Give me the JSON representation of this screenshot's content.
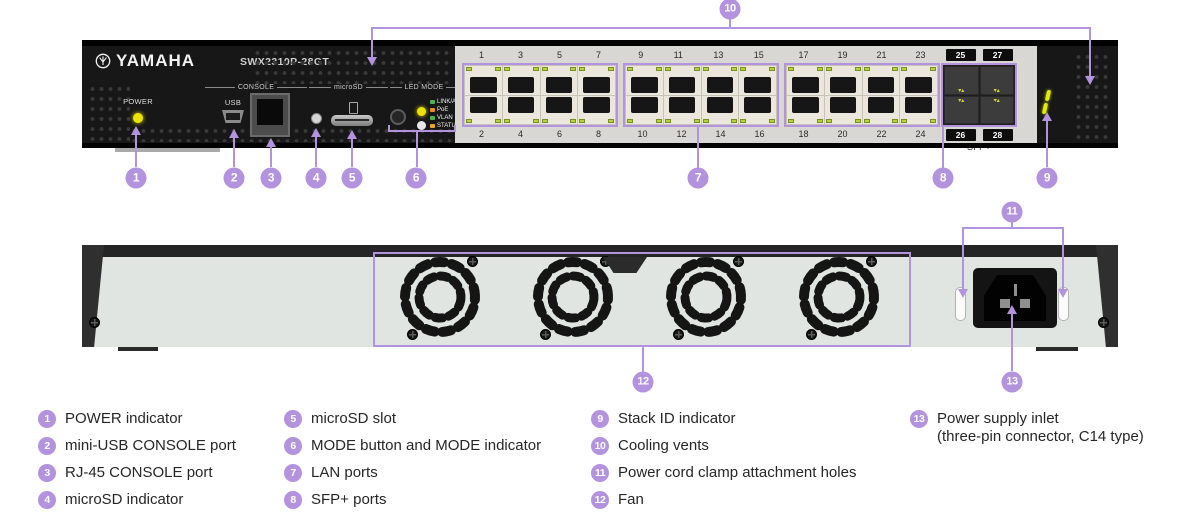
{
  "device": {
    "brand": "YAMAHA",
    "model": "SWX2310P-28GT"
  },
  "front": {
    "power_label": "POWER",
    "console_label": "CONSOLE",
    "usb_label": "USB",
    "microsd_label": "microSD",
    "led_mode_label": "LED MODE",
    "mode_leds": [
      {
        "label": "LINK/ACT",
        "color": "#45b649"
      },
      {
        "label": "PoE",
        "color": "#f08c1e"
      },
      {
        "label": "VLAN",
        "color": "#45b649"
      },
      {
        "label": "STATUS",
        "color": "#f0a51e"
      }
    ],
    "lan_groups": [
      {
        "top": [
          "1",
          "3",
          "5",
          "7"
        ],
        "bottom": [
          "2",
          "4",
          "6",
          "8"
        ]
      },
      {
        "top": [
          "9",
          "11",
          "13",
          "15"
        ],
        "bottom": [
          "10",
          "12",
          "14",
          "16"
        ]
      },
      {
        "top": [
          "17",
          "19",
          "21",
          "23"
        ],
        "bottom": [
          "18",
          "20",
          "22",
          "24"
        ]
      }
    ],
    "sfp": {
      "top": [
        "25",
        "27"
      ],
      "bottom": [
        "26",
        "28"
      ],
      "label": "SFP+"
    },
    "stack_id": "1"
  },
  "rear": {
    "fan_count": 4
  },
  "callouts": {
    "c1": "1",
    "c2": "2",
    "c3": "3",
    "c4": "4",
    "c5": "5",
    "c6": "6",
    "c7": "7",
    "c8": "8",
    "c9": "9",
    "c10": "10",
    "c11": "11",
    "c12": "12",
    "c13": "13"
  },
  "legend": {
    "columns": [
      {
        "items": [
          {
            "n": "1",
            "label": "POWER indicator"
          },
          {
            "n": "2",
            "label": "mini-USB CONSOLE port"
          },
          {
            "n": "3",
            "label": "RJ-45 CONSOLE port"
          },
          {
            "n": "4",
            "label": "microSD indicator"
          }
        ]
      },
      {
        "items": [
          {
            "n": "5",
            "label": "microSD slot"
          },
          {
            "n": "6",
            "label": "MODE button and MODE indicator"
          },
          {
            "n": "7",
            "label": "LAN ports"
          },
          {
            "n": "8",
            "label": "SFP+ ports"
          }
        ]
      },
      {
        "items": [
          {
            "n": "9",
            "label": "Stack ID indicator"
          },
          {
            "n": "10",
            "label": "Cooling vents"
          },
          {
            "n": "11",
            "label": "Power cord clamp attachment holes"
          },
          {
            "n": "12",
            "label": "Fan"
          }
        ]
      },
      {
        "items": [
          {
            "n": "13",
            "label": "Power supply inlet",
            "label2": "(three-pin connector, C14 type)"
          }
        ]
      }
    ]
  },
  "colors": {
    "accent": "#b392de",
    "led_yellow": "#ece400",
    "led_white": "#e8e8e8",
    "led_green": "#b5d33b"
  }
}
